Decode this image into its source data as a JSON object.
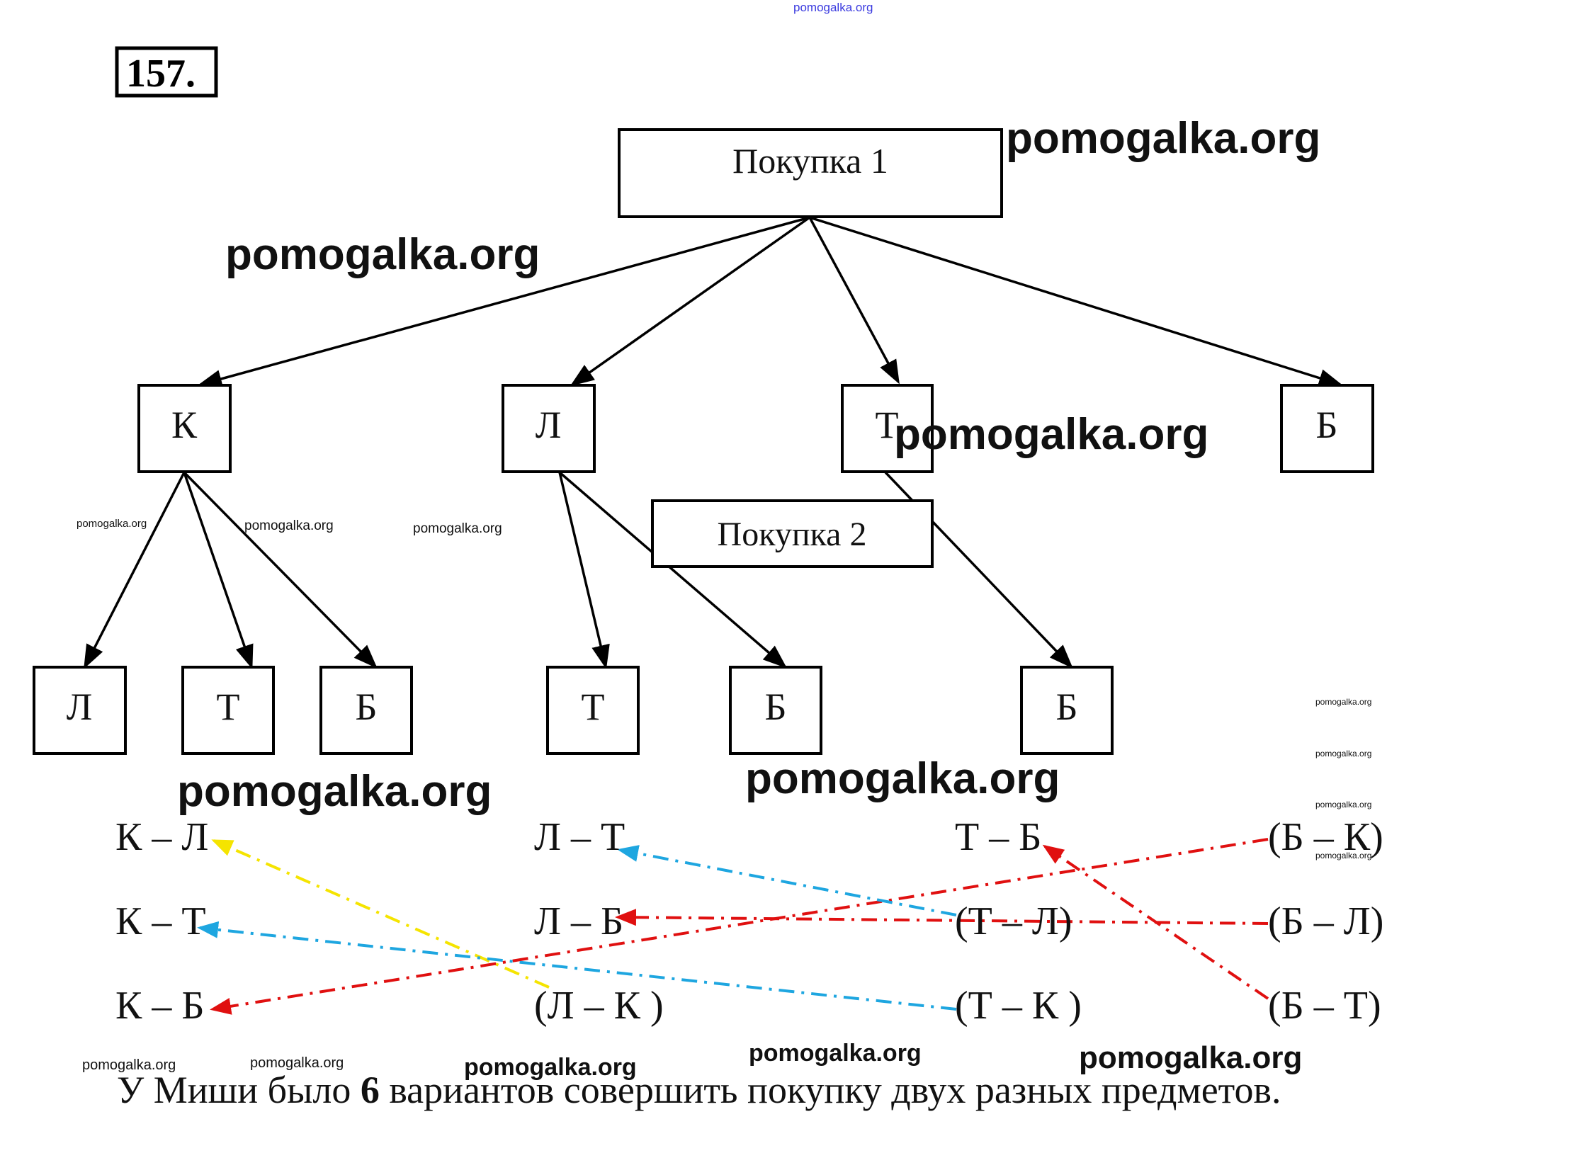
{
  "problem_number": "157.",
  "tree": {
    "root": {
      "id": "p1",
      "label": "Покупка 1"
    },
    "level1": [
      {
        "id": "k",
        "label": "К"
      },
      {
        "id": "l",
        "label": "Л"
      },
      {
        "id": "t",
        "label": "Т"
      },
      {
        "id": "b",
        "label": "Б"
      }
    ],
    "level2_title": {
      "id": "p2",
      "label": "Покупка 2"
    },
    "level2": [
      {
        "id": "k-l",
        "parent": "k",
        "label": "Л"
      },
      {
        "id": "k-t",
        "parent": "k",
        "label": "Т"
      },
      {
        "id": "k-b",
        "parent": "k",
        "label": "Б"
      },
      {
        "id": "l-t",
        "parent": "l",
        "label": "Т"
      },
      {
        "id": "l-b",
        "parent": "l",
        "label": "Б"
      },
      {
        "id": "t-b",
        "parent": "t",
        "label": "Б"
      }
    ]
  },
  "pairs": {
    "columns": [
      [
        "К – Л",
        "К – Т",
        "К – Б"
      ],
      [
        "Л – Т",
        "Л – Б",
        "(Л – К )"
      ],
      [
        "Т – Б",
        "(Т – Л)",
        "(Т – К )"
      ],
      [
        "(Б – К)",
        "(Б – Л)",
        "(Б – Т)"
      ]
    ],
    "links": [
      {
        "from": "(Л – К )",
        "to": "К – Л",
        "color": "#f5e400"
      },
      {
        "from": "(Т – К )",
        "to": "К – Т",
        "color": "#1ea6e0"
      },
      {
        "from": "(Б – К)",
        "to": "К – Б",
        "color": "#e01010"
      },
      {
        "from": "(Т – Л)",
        "to": "Л – Т",
        "color": "#1ea6e0"
      },
      {
        "from": "(Б – Л)",
        "to": "Л – Б",
        "color": "#e01010"
      },
      {
        "from": "(Б – Т)",
        "to": "Т – Б",
        "color": "#e01010"
      }
    ]
  },
  "conclusion": {
    "before": "У Миши было ",
    "number": "6",
    "after": " вариантов совершить покупку двух разных предметов."
  },
  "watermarks": {
    "top_small": "pomogalka.org",
    "large": "pomogalka.org",
    "small": "pomogalka.org",
    "top_color": "#3a3adf"
  }
}
